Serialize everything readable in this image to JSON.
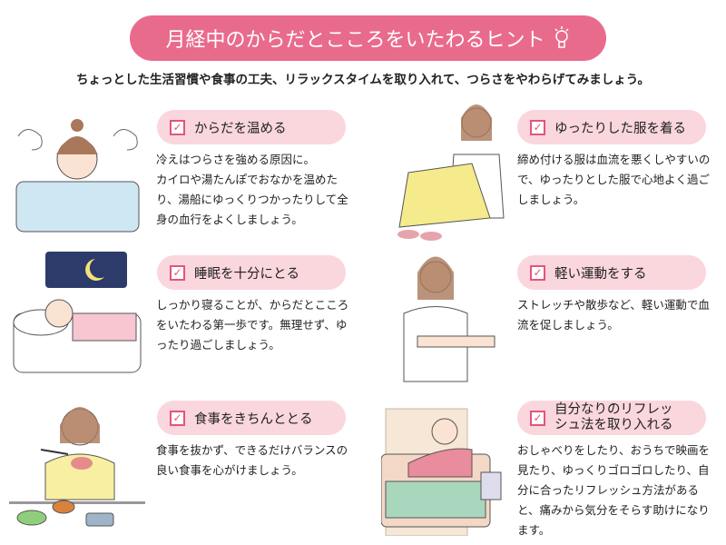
{
  "title": "月経中のからだとこころをいたわるヒント",
  "title_icon": "lightbulb-icon",
  "subtitle": "ちょっとした生活習慣や食事の工夫、リラックスタイムを取り入れて、つらさをやわらげてみましょう。",
  "accent": "#e96b8c",
  "tips": [
    {
      "heading": "からだを温める",
      "text": "冷えはつらさを強める原因に。\nカイロや湯たんぽでおなかを温めたり、湯船にゆっくりつかったりして全身の血行をよくしましょう。"
    },
    {
      "heading": "ゆったりした服を着る",
      "text": "締め付ける服は血流を悪くしやすいので、ゆったりとした服で心地よく過ごしましょう。"
    },
    {
      "heading": "睡眠を十分にとる",
      "text": "しっかり寝ることが、からだとこころをいたわる第一歩です。無理せず、ゆったり過ごしましょう。"
    },
    {
      "heading": "軽い運動をする",
      "text": "ストレッチや散歩など、軽い運動で血流を促しましょう。"
    },
    {
      "heading": "食事をきちんととる",
      "text": "食事を抜かず、できるだけバランスの良い食事を心がけましょう。"
    },
    {
      "heading": "自分なりのリフレッシュ法を取り入れる",
      "text": "おしゃべりをしたり、おうちで映画を見たり、ゆっくりゴロゴロしたり、自分に合ったリフレッシュ方法があると、痛みから気分をそらす助けになります。"
    }
  ]
}
